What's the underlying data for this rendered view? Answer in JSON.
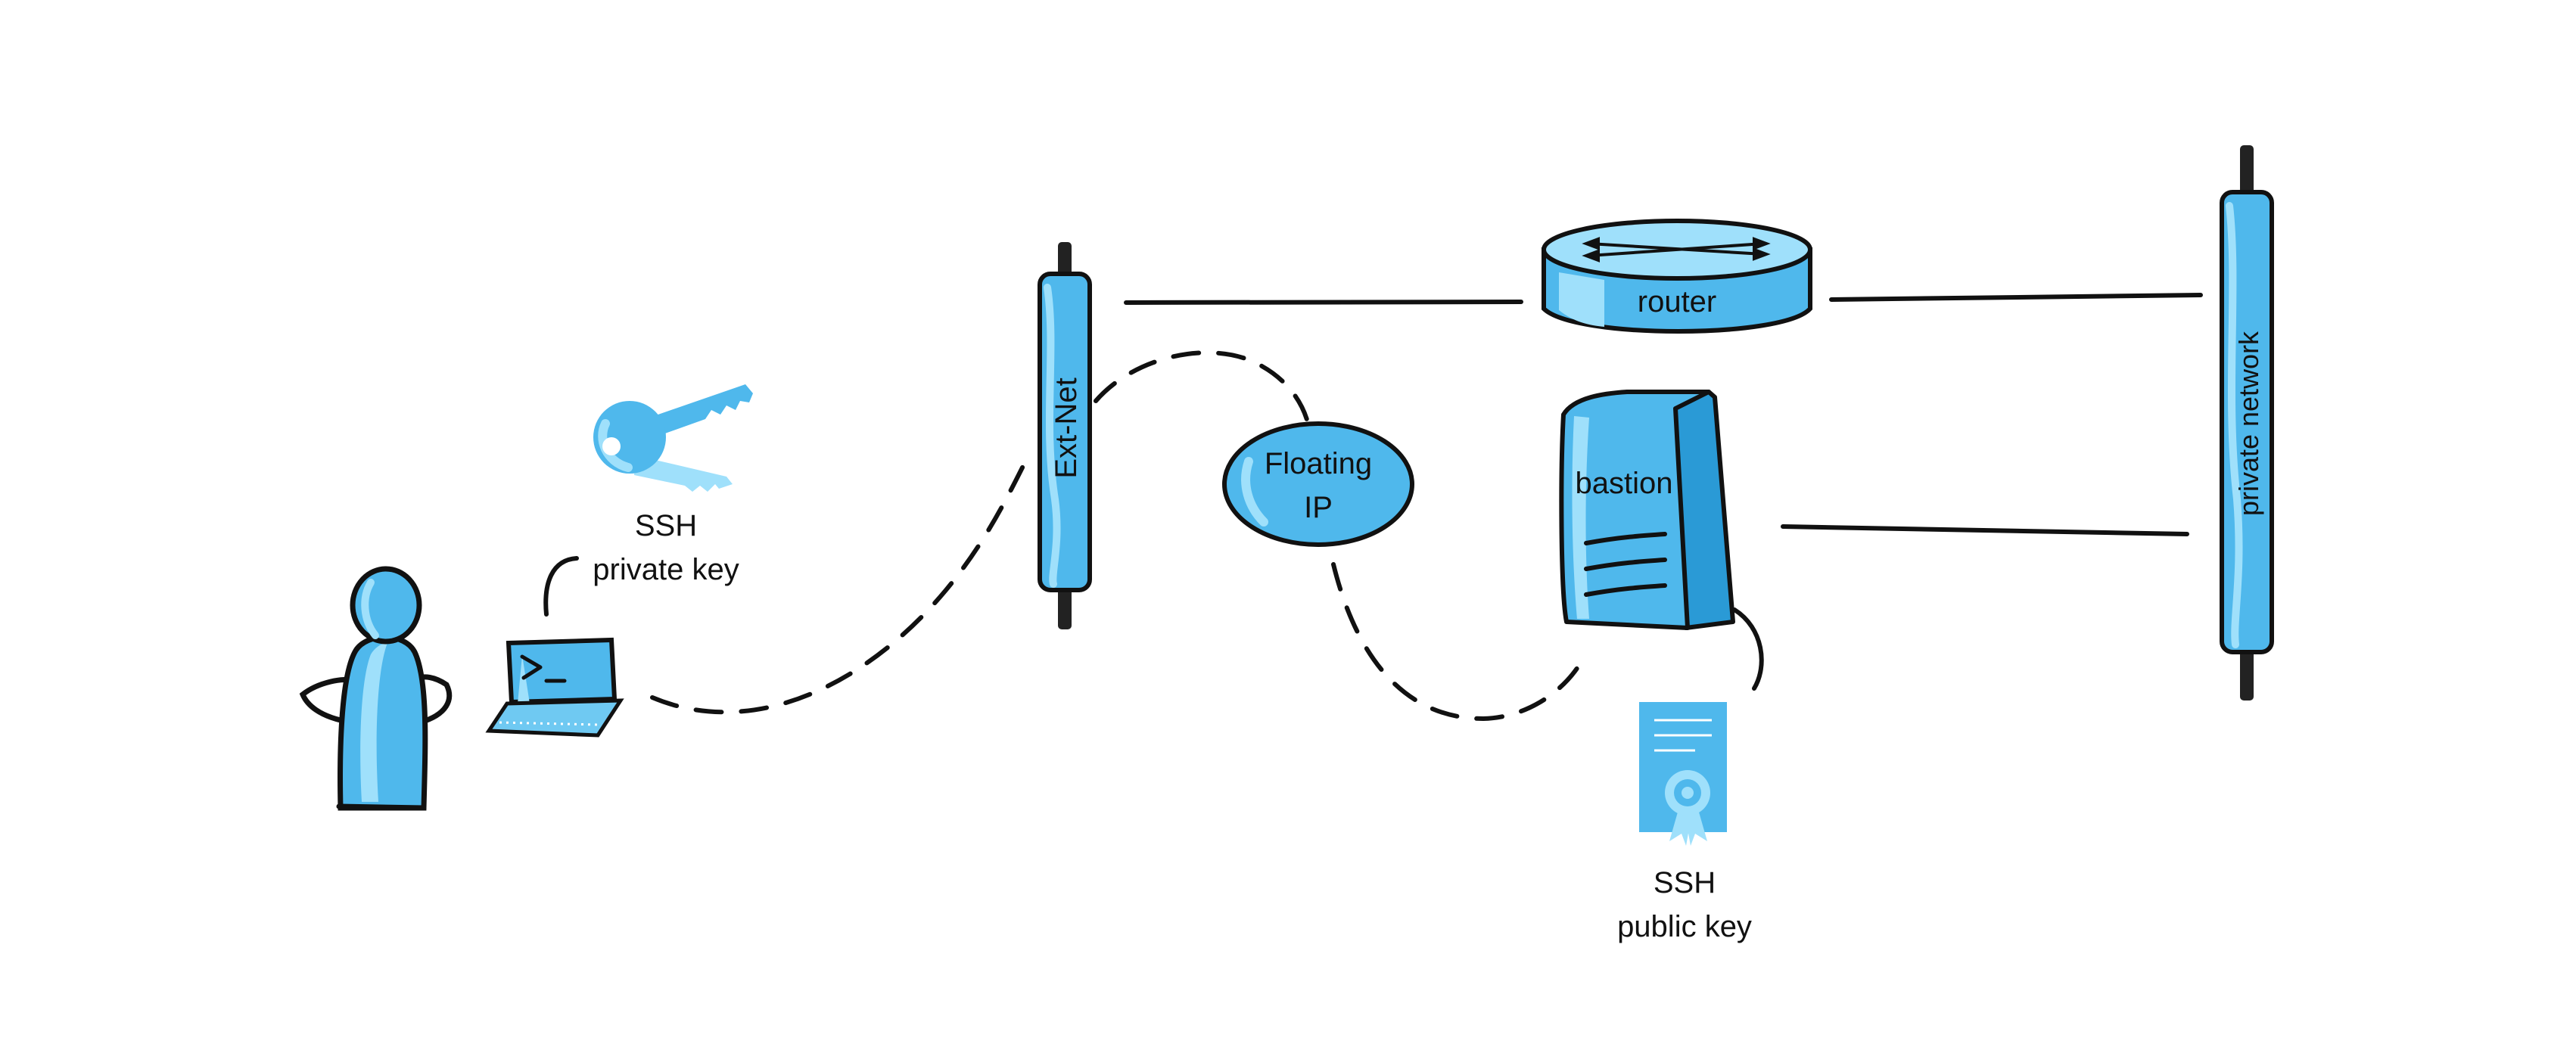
{
  "labels": {
    "private_key_line1": "SSH",
    "private_key_line2": "private key",
    "ext_net": "Ext-Net",
    "floating_ip_line1": "Floating",
    "floating_ip_line2": "IP",
    "router": "router",
    "bastion": "bastion",
    "public_key_line1": "SSH",
    "public_key_line2": "public key",
    "private_network": "private network"
  },
  "colors": {
    "light_blue": "#9fe0fb",
    "mid_blue": "#4fb8ec",
    "dark_blue": "#2a9ad6",
    "outline": "#111111"
  },
  "icons": [
    "user-icon",
    "laptop-terminal-icon",
    "keys-icon",
    "certificate-icon",
    "router-icon",
    "server-icon"
  ]
}
